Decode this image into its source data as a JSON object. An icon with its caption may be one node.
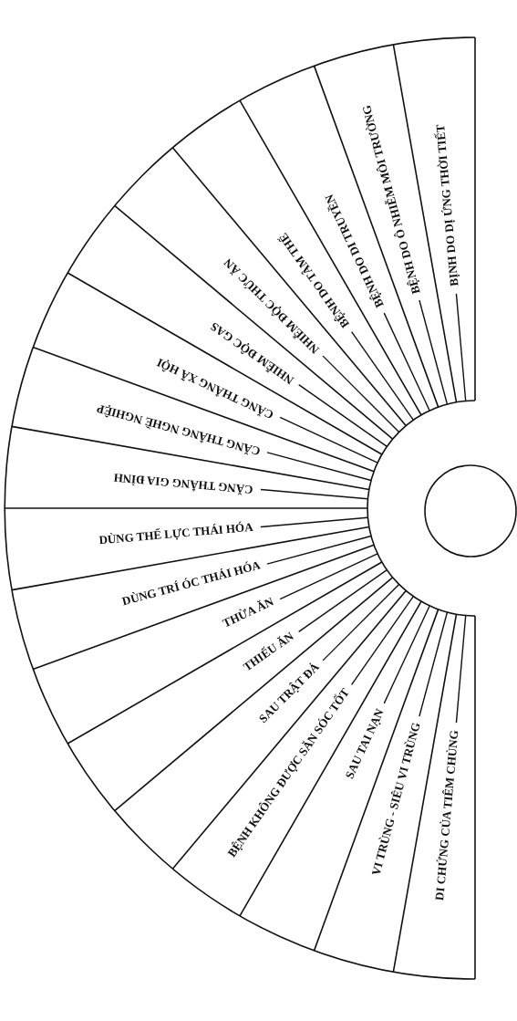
{
  "diagram": {
    "nodes": [
      {
        "text": [
          "BỊNH DO DỊ ỨNG THỜI TIẾT"
        ]
      },
      {
        "text": [
          "BỆNH DO Ô NHIỄM MÔI TRƯỜNG"
        ]
      },
      {
        "text": [
          "BỆNH DO DI TRUYỀN"
        ]
      },
      {
        "text": [
          "BỆNH DO TÂM THẾ"
        ]
      },
      {
        "text": [
          "NHIỄM ĐỘC THỨC ĂN"
        ]
      },
      {
        "text": [
          "NHIỄM ĐỘC GAS"
        ]
      },
      {
        "text": [
          "CĂNG THẲNG XÃ HỘI"
        ]
      },
      {
        "text": [
          "CĂNG THẲNG NGHỀ NGHIỆP"
        ]
      },
      {
        "text": [
          "CĂNG THẲNG GIA ĐÌNH"
        ]
      },
      {
        "text": [
          "DÙNG THỂ LỰC THÁI HÓA"
        ]
      },
      {
        "text": [
          "DÙNG TRÍ ÓC THÁI HÓA"
        ]
      },
      {
        "text": [
          "THỪA ĂN"
        ]
      },
      {
        "text": [
          "THIẾU ĂN"
        ]
      },
      {
        "text": [
          "SAU TRẬT ĐẢ"
        ]
      },
      {
        "text": [
          "BỆNH KHÔNG ĐƯỢC SĂN SÓC TỐT"
        ]
      },
      {
        "text": [
          "SAU TAI NẠN"
        ]
      },
      {
        "text": [
          "VI TRÙNG - SIÊU VI TRÙNG"
        ]
      },
      {
        "text": [
          "DI CHỨNG CỦA TIÊM CHỦNG"
        ]
      },
      {
        "text": [],
        "shape": "semicircle"
      },
      {
        "text": [],
        "shape": "circle"
      }
    ],
    "edges": [
      {
        "from": 0,
        "to": 18,
        "arrow": "none"
      },
      {
        "from": 1,
        "to": 18,
        "arrow": "none"
      },
      {
        "from": 2,
        "to": 18,
        "arrow": "none"
      },
      {
        "from": 3,
        "to": 18,
        "arrow": "none"
      },
      {
        "from": 4,
        "to": 18,
        "arrow": "none"
      },
      {
        "from": 5,
        "to": 18,
        "arrow": "none"
      },
      {
        "from": 6,
        "to": 18,
        "arrow": "none"
      },
      {
        "from": 7,
        "to": 18,
        "arrow": "none"
      },
      {
        "from": 8,
        "to": 18,
        "arrow": "none"
      },
      {
        "from": 9,
        "to": 18,
        "arrow": "none"
      },
      {
        "from": 10,
        "to": 18,
        "arrow": "none"
      },
      {
        "from": 11,
        "to": 18,
        "arrow": "none"
      },
      {
        "from": 12,
        "to": 18,
        "arrow": "none"
      },
      {
        "from": 13,
        "to": 18,
        "arrow": "none"
      },
      {
        "from": 14,
        "to": 18,
        "arrow": "none"
      },
      {
        "from": 15,
        "to": 18,
        "arrow": "none"
      },
      {
        "from": 16,
        "to": 18,
        "arrow": "none"
      },
      {
        "from": 17,
        "to": 18,
        "arrow": "none"
      }
    ]
  }
}
